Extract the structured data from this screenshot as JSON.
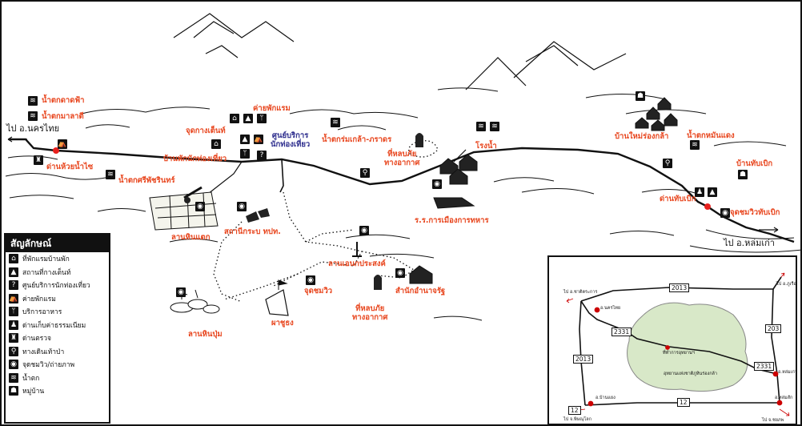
{
  "places": {
    "nam_tok_dat_fa": "น้ำตกดาดฟ้า",
    "nam_tok_mala_ti": "น้ำตกมาลาตี",
    "to_nakhon_thai": "ไป อ.นครไทย",
    "dan_huai_nam_sai": "ด่านห้วยน้ำไซ",
    "nam_tok_si_phachirin": "น้ำตกศรีพัชรินทร์",
    "lan_hin_taek": "ลานหินแตก",
    "camp_site": "จุดกางเต็นท์",
    "tourist_house": "บ้านพักนักท่องเที่ยว",
    "khai_phak_raem": "ค่ายพักแรม",
    "visitor_center_1": "ศูนย์บริการ",
    "visitor_center_2": "นักท่องเที่ยว",
    "nam_tok_romklao": "น้ำตกร่มเกล้า-ภราดร",
    "shelter_1": "ที่หลบภัย",
    "shelter_2": "ทางอากาศ",
    "rong_nam": "โรงน้ำ",
    "military_school": "ร.ร.การเมืองการทหาร",
    "ban_mai_rong_kla": "บ้านใหม่ร่องกล้า",
    "nam_tok_man_daeng": "น้ำตกหมันแดง",
    "ban_thap_boek": "บ้านทับเบิก",
    "dan_thap_boek": "ด่านทับเบิก",
    "viewpoint_thap_boek": "จุดชมวิวทับเบิก",
    "to_lom_kao": "ไป อ.หล่มเก่า",
    "radio_station": "สถานีกระบ ทปท.",
    "lan_anek": "ลานเอนกประสงค์",
    "viewpoint": "จุดชมวิว",
    "pha_chu_thong": "ผาชูธง",
    "lan_hin_pum": "ลานหินปุ่ม",
    "shelter2_1": "ที่หลบภัย",
    "shelter2_2": "ทางอากาศ",
    "office": "สำนักอำนาจรัฐ"
  },
  "legend": {
    "title": "สัญลักษณ์",
    "items": [
      {
        "label": "ที่พักแรมบ้านพัก",
        "icon": "lodging-icon",
        "glyph": "⌂"
      },
      {
        "label": "สถานที่กางเต็นท์",
        "icon": "tent-icon",
        "glyph": "▲"
      },
      {
        "label": "ศูนย์บริการนักท่องเที่ยว",
        "icon": "info-icon",
        "glyph": "?"
      },
      {
        "label": "ค่ายพักแรม",
        "icon": "camp-icon",
        "glyph": "⛺"
      },
      {
        "label": "บริการอาหาร",
        "icon": "food-icon",
        "glyph": "ᛘ"
      },
      {
        "label": "ด่านเก็บค่าธรรมเนียม",
        "icon": "toll-icon",
        "glyph": "♟"
      },
      {
        "label": "ด่านตรวจ",
        "icon": "checkpoint-icon",
        "glyph": "♜"
      },
      {
        "label": "ทางเดินเท้าป่า",
        "icon": "hiking-icon",
        "glyph": "⚲"
      },
      {
        "label": "จุดชมวิว/ถ่ายภาพ",
        "icon": "camera-icon",
        "glyph": "◉"
      },
      {
        "label": "น้ำตก",
        "icon": "waterfall-icon",
        "glyph": "≋"
      },
      {
        "label": "หมู่บ้าน",
        "icon": "village-icon",
        "glyph": "☗"
      }
    ]
  },
  "inset": {
    "road_2013_top": "2013",
    "road_2013_left": "2013",
    "road_2331_left": "2331",
    "road_2331_right": "2331",
    "road_203": "203",
    "road_12_left": "12",
    "road_12_mid": "12",
    "to_wang_thong": "ไป อ.ชาติตระการ",
    "to_phu_ruea": "ไป อ.ภูเรือ",
    "nakhon_thai": "อ.นครไทย",
    "hq": "ที่ทำการอุทยานฯ",
    "park_name": "อุทยานแห่งชาติภูหินร่องกล้า",
    "lom_kao": "อ.หล่มเก่า",
    "ban_yaeng": "อ.บ้านแยง",
    "to_phitsanulok": "ไป จ.พิษณุโลก",
    "lom_sak": "อ.หล่มสัก",
    "to_phetchabun": "ไป จ.ชยภพ"
  },
  "colors": {
    "label": "#e8461e",
    "visitor_center": "#2b2b8c",
    "park_area": "#d8e8c8",
    "road": "#111111"
  }
}
